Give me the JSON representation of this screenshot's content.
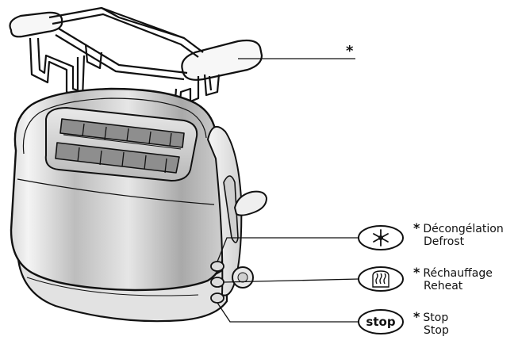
{
  "rack": {
    "marker": "*"
  },
  "buttons": [
    {
      "id": "defrost",
      "icon": "snowflake-icon",
      "marker": "*",
      "label_fr": "Décongélation",
      "label_en": "Defrost"
    },
    {
      "id": "reheat",
      "icon": "reheat-icon",
      "marker": "*",
      "label_fr": "Réchauffage",
      "label_en": "Reheat"
    },
    {
      "id": "stop",
      "icon": "stop-badge",
      "button_text": "stop",
      "marker": "*",
      "label_fr": "Stop",
      "label_en": "Stop"
    }
  ]
}
